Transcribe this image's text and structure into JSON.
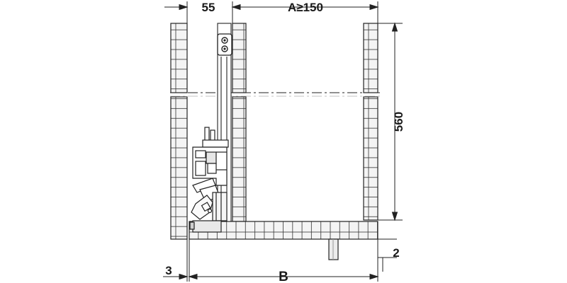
{
  "dimensions": {
    "top_left": "55",
    "top_right": "A≥150",
    "right_height": "560",
    "bottom_left": "3",
    "bottom_width": "B",
    "bottom_right": "2"
  }
}
